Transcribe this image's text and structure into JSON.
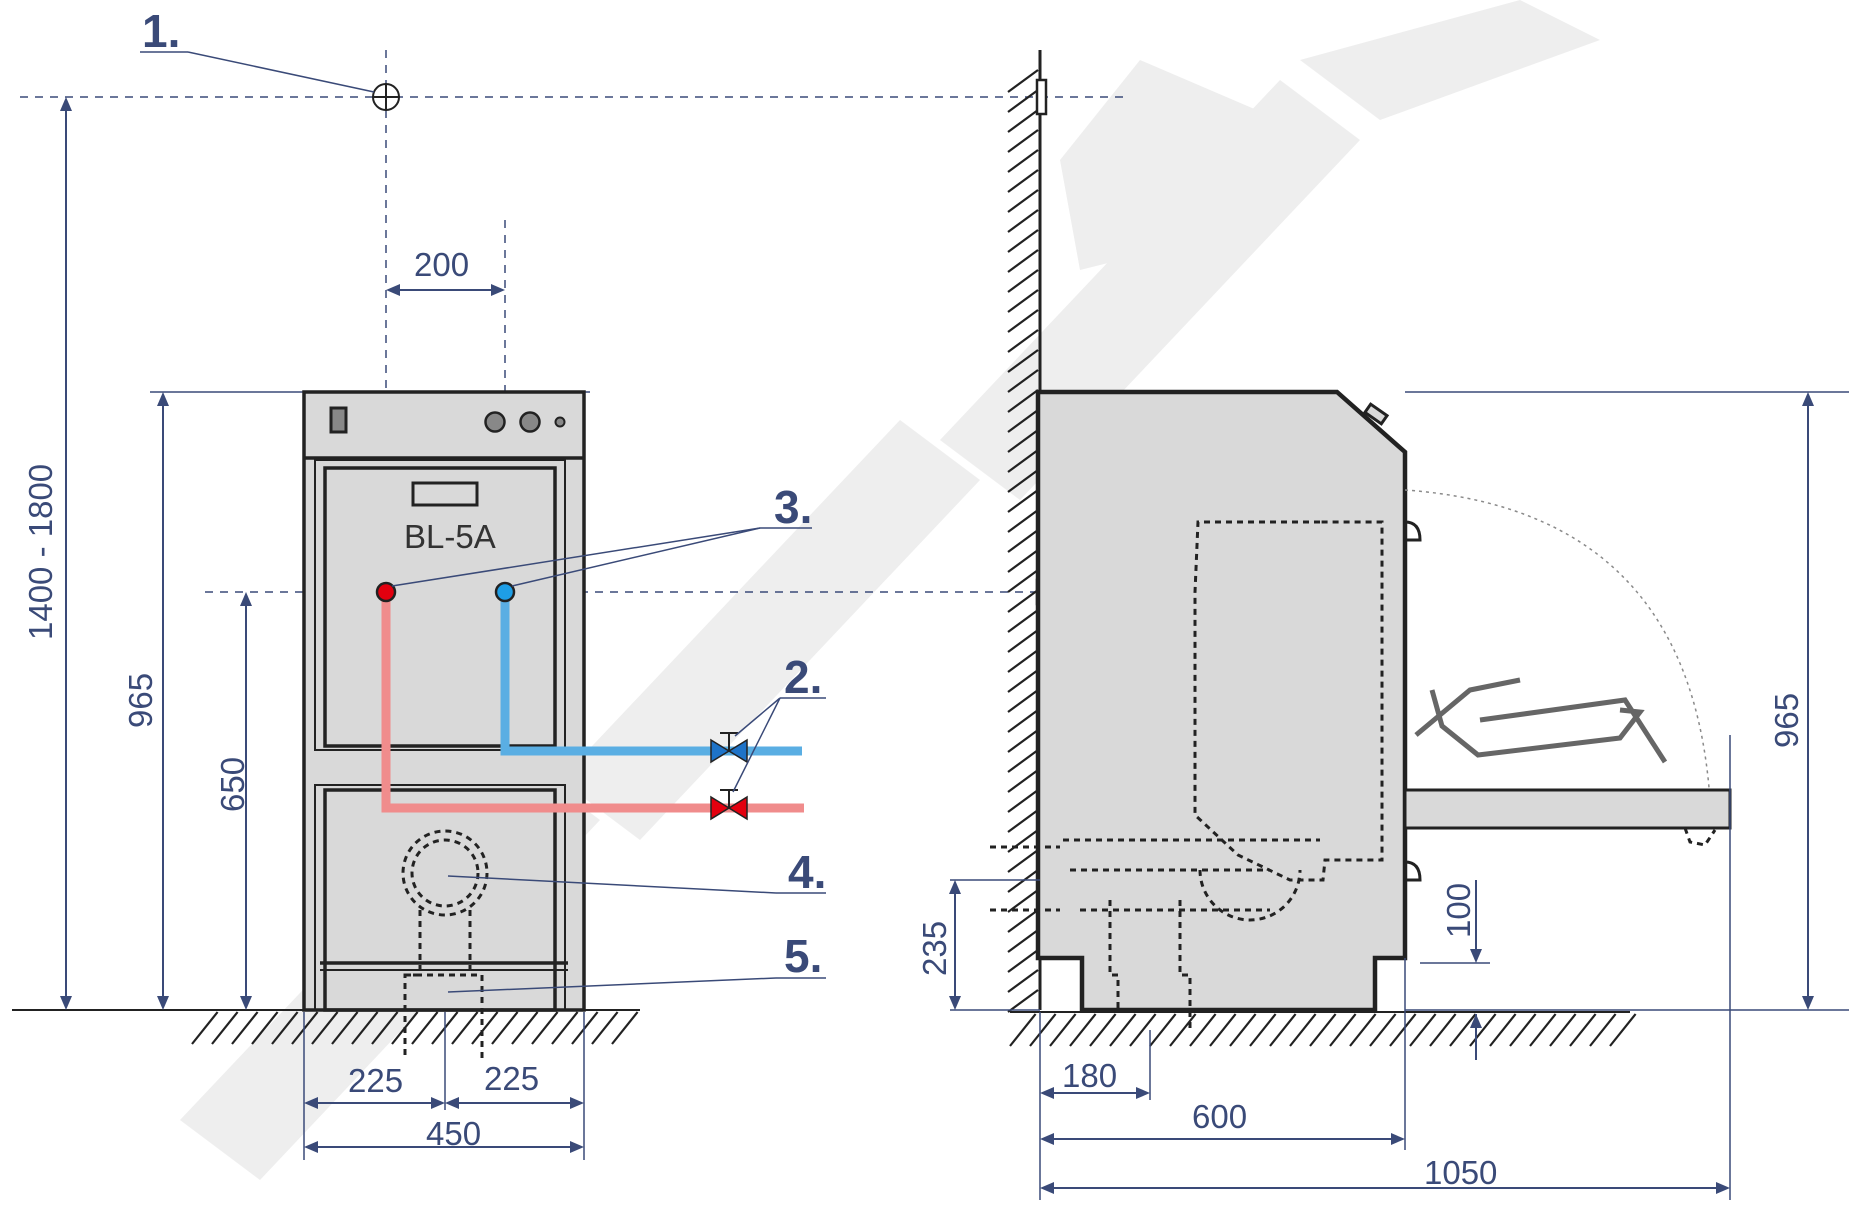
{
  "drawing": {
    "model_label": "BL-5A",
    "callouts": [
      "1.",
      "2.",
      "3.",
      "4.",
      "5."
    ],
    "dimensions": {
      "pipe_spacing": "200",
      "chimney_height": "1400 - 1800",
      "front_height": "965",
      "connection_height": "650",
      "left_half_width": "225",
      "right_half_width": "225",
      "front_width": "450",
      "flue_height": "235",
      "flue_offset": "180",
      "side_depth": "600",
      "total_depth": "1050",
      "side_height": "965",
      "clearance": "100"
    },
    "colors": {
      "hot_pipe": "#f08c8c",
      "hot_node": "#e3000f",
      "cold_pipe": "#5aaee3",
      "cold_node": "#1e9ee6",
      "ink": "#3a4a78",
      "body": "#d9d9d9"
    }
  }
}
